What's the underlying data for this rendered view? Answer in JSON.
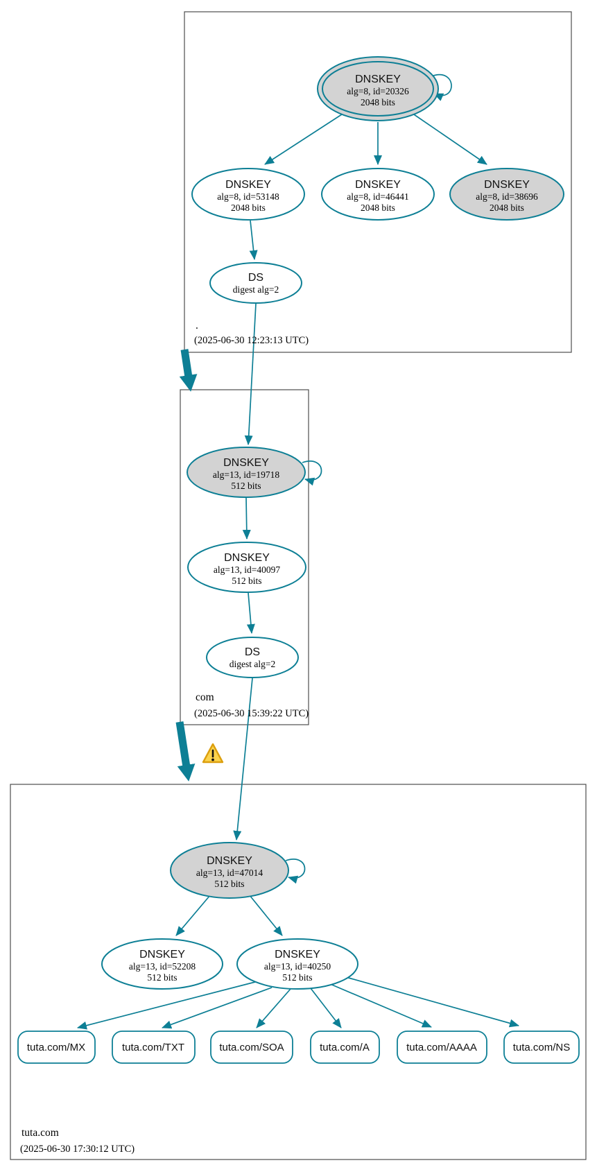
{
  "diagram": {
    "type": "dnssec-authentication-chain",
    "zones": [
      {
        "name": ".",
        "timestamp": "(2025-06-30 12:23:13 UTC)",
        "nodes": [
          {
            "id": "dnskey-20326",
            "title": "DNSKEY",
            "detail": "alg=8, id=20326",
            "size": "2048 bits",
            "role": "ksk-trust-anchor"
          },
          {
            "id": "dnskey-53148",
            "title": "DNSKEY",
            "detail": "alg=8, id=53148",
            "size": "2048 bits",
            "role": "zsk"
          },
          {
            "id": "dnskey-46441",
            "title": "DNSKEY",
            "detail": "alg=8, id=46441",
            "size": "2048 bits",
            "role": "zsk"
          },
          {
            "id": "dnskey-38696",
            "title": "DNSKEY",
            "detail": "alg=8, id=38696",
            "size": "2048 bits",
            "role": "ksk"
          },
          {
            "id": "ds-root",
            "title": "DS",
            "detail": "digest alg=2",
            "size": "",
            "role": "ds"
          }
        ]
      },
      {
        "name": "com",
        "timestamp": "(2025-06-30 15:39:22 UTC)",
        "nodes": [
          {
            "id": "dnskey-19718",
            "title": "DNSKEY",
            "detail": "alg=13, id=19718",
            "size": "512 bits",
            "role": "ksk"
          },
          {
            "id": "dnskey-40097",
            "title": "DNSKEY",
            "detail": "alg=13, id=40097",
            "size": "512 bits",
            "role": "zsk"
          },
          {
            "id": "ds-com",
            "title": "DS",
            "detail": "digest alg=2",
            "size": "",
            "role": "ds"
          }
        ]
      },
      {
        "name": "tuta.com",
        "timestamp": "(2025-06-30 17:30:12 UTC)",
        "nodes": [
          {
            "id": "dnskey-47014",
            "title": "DNSKEY",
            "detail": "alg=13, id=47014",
            "size": "512 bits",
            "role": "ksk"
          },
          {
            "id": "dnskey-52208",
            "title": "DNSKEY",
            "detail": "alg=13, id=52208",
            "size": "512 bits",
            "role": "zsk"
          },
          {
            "id": "dnskey-40250",
            "title": "DNSKEY",
            "detail": "alg=13, id=40250",
            "size": "512 bits",
            "role": "zsk"
          }
        ],
        "rrsets": [
          "tuta.com/MX",
          "tuta.com/TXT",
          "tuta.com/SOA",
          "tuta.com/A",
          "tuta.com/AAAA",
          "tuta.com/NS"
        ]
      }
    ],
    "icons": {
      "warning": "triangle-exclamation"
    },
    "colors": {
      "edge_secure": "#0d7f95",
      "node_border": "#0d7f95",
      "ksk_fill": "#d3d3d3",
      "zsk_fill": "#ffffff",
      "warning_fill": "#fbd34d",
      "warning_border": "#dc9f0e",
      "box_border": "#4d4d4d",
      "text": "#000000"
    }
  }
}
